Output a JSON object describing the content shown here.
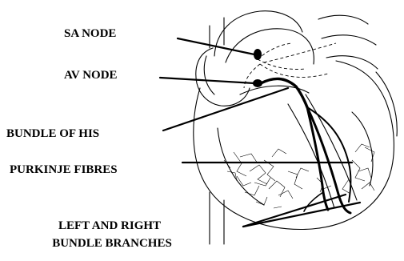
{
  "labels": {
    "sa_node": "SA NODE",
    "av_node": "AV NODE",
    "bundle_of_his": "BUNDLE OF HIS",
    "purkinje_fibres": "PURKINJE FIBRES",
    "bundle_branches_line1": "LEFT AND RIGHT",
    "bundle_branches_line2": "BUNDLE BRANCHES"
  },
  "colors": {
    "ink": "#000000",
    "background": "#ffffff"
  }
}
